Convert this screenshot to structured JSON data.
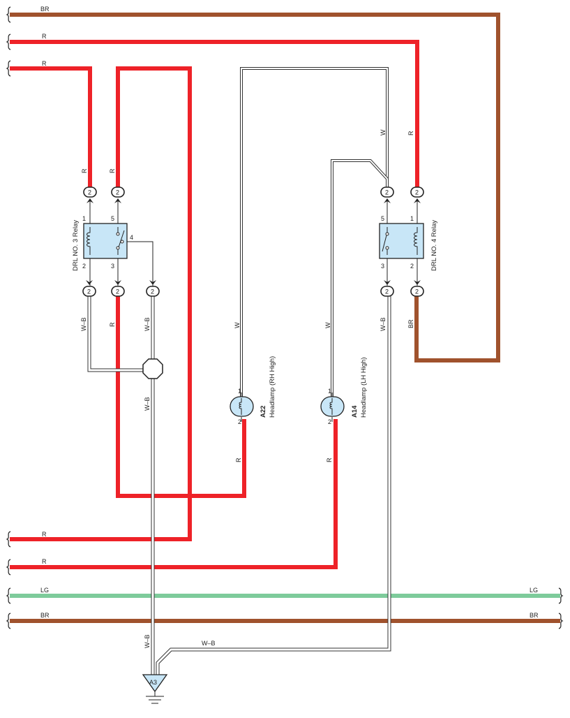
{
  "colors": {
    "BR": "#a0522d",
    "R": "#ee2228",
    "LG": "#7ecb9b",
    "W": "#ffffff",
    "W-B": "#ffffff",
    "outline": "#333333",
    "component_fill": "#c8e6f7"
  },
  "wire_labels": {
    "top_br": "BR",
    "top_r1": "R",
    "top_r2": "R",
    "drl3_in_pin1": "R",
    "drl3_in_pin5": "R",
    "drl3_out_pin2": "W–B",
    "drl3_out_pin3": "R",
    "drl3_out_pin4": "W–B",
    "a22_in": "W",
    "a22_out": "R",
    "a14_in": "W",
    "a14_out": "R",
    "drl4_in_pin5": "W",
    "drl4_in_pin1": "R",
    "drl4_out_pin3": "W–B",
    "drl4_out_pin2": "BR",
    "ground_trunk": "W–B",
    "ground_trunk_lower": "W–B",
    "ground_branch": "W–B",
    "bottom_r1": "R",
    "bottom_r2": "R",
    "bottom_lg_left": "LG",
    "bottom_lg_right": "LG",
    "bottom_br_left": "BR",
    "bottom_br_right": "BR"
  },
  "connector_pin_label": "2",
  "drl3": {
    "title": "DRL NO. 3 Relay",
    "pins": {
      "p1": "1",
      "p5": "5",
      "p4": "4",
      "p2": "2",
      "p3": "3"
    }
  },
  "drl4": {
    "title": "DRL NO. 4 Relay",
    "pins": {
      "p5": "5",
      "p1": "1",
      "p3": "3",
      "p2": "2"
    }
  },
  "a22": {
    "code": "A22",
    "title": "Headlamp (RH High)",
    "pin_top": "1",
    "pin_bottom": "2"
  },
  "a14": {
    "code": "A14",
    "title": "Headlamp (LH High)",
    "pin_top": "1",
    "pin_bottom": "2"
  },
  "ground": {
    "code": "A3"
  }
}
